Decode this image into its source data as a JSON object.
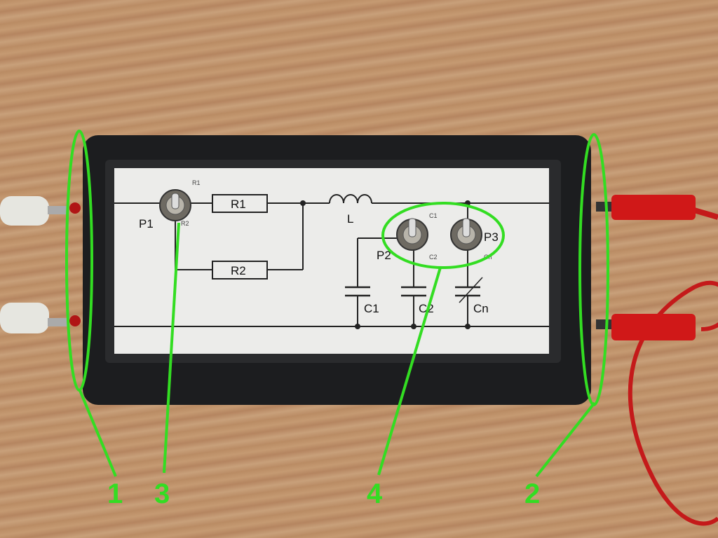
{
  "schematic": {
    "switch_p1": "P1",
    "switch_p1_pos_r1": "R1",
    "switch_p1_pos_r2": "R2",
    "resistor_r1": "R1",
    "resistor_r2": "R2",
    "inductor": "L",
    "capacitor_c1": "C1",
    "capacitor_c2": "C2",
    "capacitor_cn": "Cn",
    "switch_p2": "P2",
    "switch_p3": "P3",
    "switch_p2_pos_c1": "C1",
    "switch_p2_pos_c2": "C2",
    "switch_p3_pos_cn": "Cn"
  },
  "annotations": {
    "callout_1": "1",
    "callout_2": "2",
    "callout_3": "3",
    "callout_4": "4",
    "color": "#33dd22"
  }
}
